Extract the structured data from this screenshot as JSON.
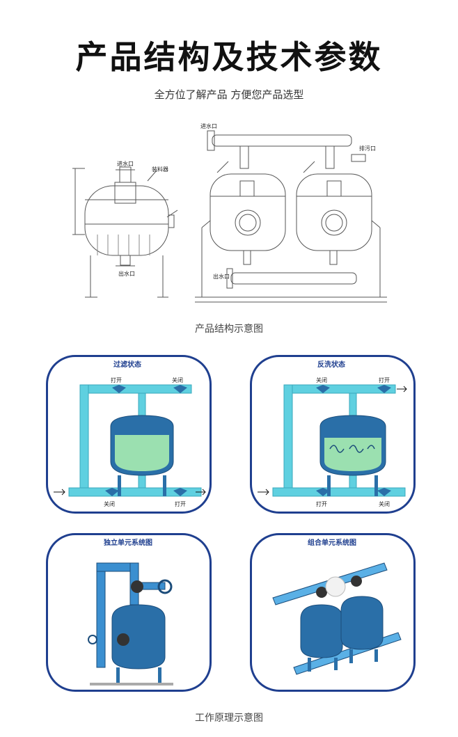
{
  "header": {
    "title": "产品结构及技术参数",
    "subtitle": "全方位了解产品 方便您产品选型"
  },
  "structure_diagram": {
    "labels": {
      "inlet_left": "进水口",
      "loader": "装料器",
      "outlet_left": "出水口",
      "inlet_right": "进水口",
      "drain": "排污口",
      "outlet_right": "出水口"
    },
    "caption": "产品结构示意图"
  },
  "panels": {
    "filter": {
      "title": "过滤状态",
      "valve_top_left": "打开",
      "valve_top_right": "关闭",
      "valve_bottom_left": "关闭",
      "valve_bottom_right": "打开"
    },
    "backwash": {
      "title": "反洗状态",
      "valve_top_left": "关闭",
      "valve_top_right": "打开",
      "valve_bottom_left": "打开",
      "valve_bottom_right": "关闭"
    },
    "single": {
      "title": "独立单元系统图"
    },
    "combined": {
      "title": "组合单元系统图"
    }
  },
  "footer": {
    "caption": "工作原理示意图"
  },
  "colors": {
    "panel_border": "#1f3f8f",
    "pipe": "#5fd0e0",
    "tank": "#2a6fa8",
    "media": "#9be0b0"
  }
}
